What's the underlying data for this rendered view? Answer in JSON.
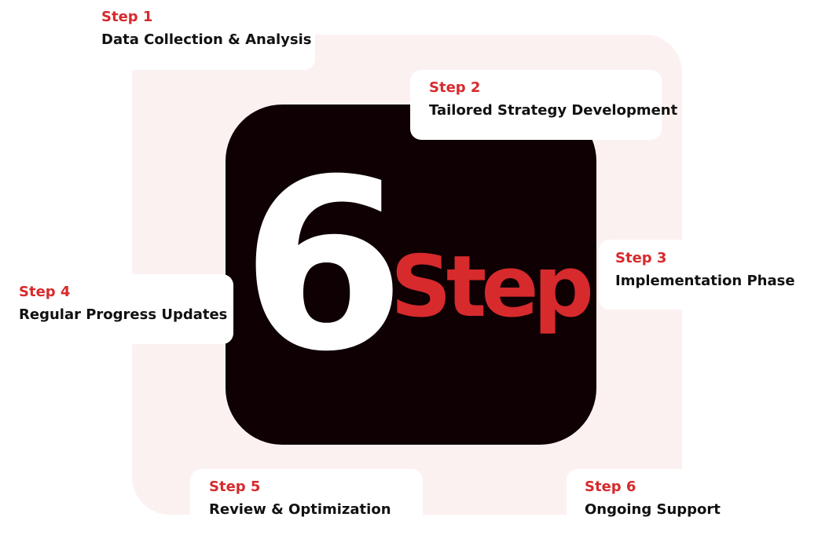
{
  "center": {
    "number": "6",
    "word": "Step"
  },
  "steps": [
    {
      "number": "Step 1",
      "title": "Data Collection & Analysis"
    },
    {
      "number": "Step 2",
      "title": "Tailored Strategy Development"
    },
    {
      "number": "Step 3",
      "title": "Implementation Phase"
    },
    {
      "number": "Step 4",
      "title": "Regular Progress Updates"
    },
    {
      "number": "Step 5",
      "title": "Review & Optimization"
    },
    {
      "number": "Step 6",
      "title": "Ongoing Support"
    }
  ],
  "colors": {
    "accent_red": "#d72a2d",
    "panel_pink": "#fcf1f1",
    "center_black": "#0f0103",
    "card_white": "#ffffff",
    "text_dark": "#111111"
  }
}
